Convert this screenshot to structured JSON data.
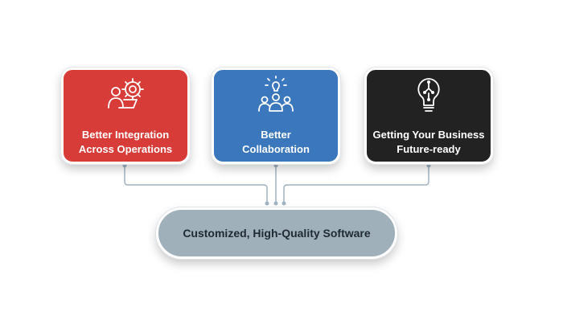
{
  "cards": [
    {
      "label_line1": "Better Integration",
      "label_line2": "Across Operations",
      "icon": "gear-person-laptop-icon",
      "color": "#d73c39"
    },
    {
      "label_line1": "Better",
      "label_line2": "Collaboration",
      "icon": "team-lightbulb-icon",
      "color": "#3b77bd"
    },
    {
      "label_line1": "Getting Your Business",
      "label_line2": "Future-ready",
      "icon": "lightbulb-circuit-icon",
      "color": "#222222"
    }
  ],
  "center": {
    "label": "Customized, High-Quality Software",
    "color": "#9fb0bb"
  },
  "connector_color": "#9fb3c1"
}
